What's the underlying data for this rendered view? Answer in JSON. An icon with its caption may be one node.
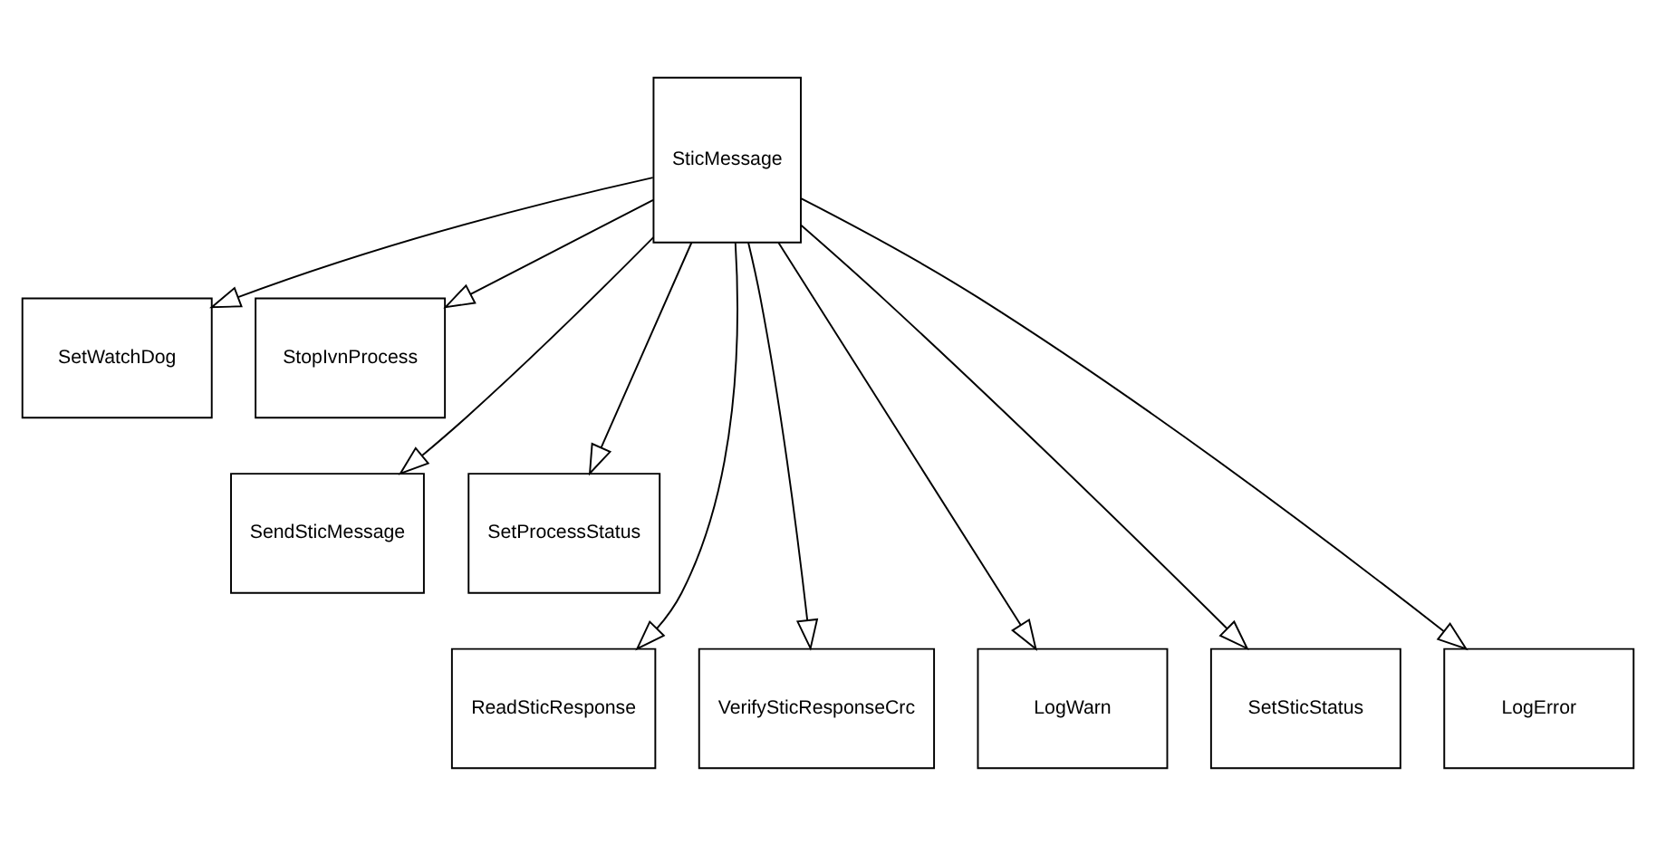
{
  "diagram": {
    "nodes": [
      {
        "text": [
          "SticMessage"
        ]
      },
      {
        "text": [
          "SetWatchDog"
        ]
      },
      {
        "text": [
          "StopIvnProcess"
        ]
      },
      {
        "text": [
          "SendSticMessage"
        ]
      },
      {
        "text": [
          "SetProcessStatus"
        ]
      },
      {
        "text": [
          "ReadSticResponse"
        ]
      },
      {
        "text": [
          "VerifySticResponseCrc"
        ]
      },
      {
        "text": [
          "LogWarn"
        ]
      },
      {
        "text": [
          "SetSticStatus"
        ]
      },
      {
        "text": [
          "LogError"
        ]
      }
    ],
    "edges": [
      {
        "from": 0,
        "to": 1,
        "arrow": "to"
      },
      {
        "from": 0,
        "to": 3,
        "arrow": "to"
      },
      {
        "from": 0,
        "to": 5,
        "arrow": "to"
      },
      {
        "from": 0,
        "to": 6,
        "arrow": "to"
      },
      {
        "from": 0,
        "to": 7,
        "arrow": "to"
      },
      {
        "from": 0,
        "to": 8,
        "arrow": "to"
      },
      {
        "from": 0,
        "to": 9,
        "arrow": "to"
      },
      {
        "from": 0,
        "to": 4,
        "arrow": "to"
      },
      {
        "from": 0,
        "to": 2,
        "arrow": "to"
      }
    ]
  }
}
